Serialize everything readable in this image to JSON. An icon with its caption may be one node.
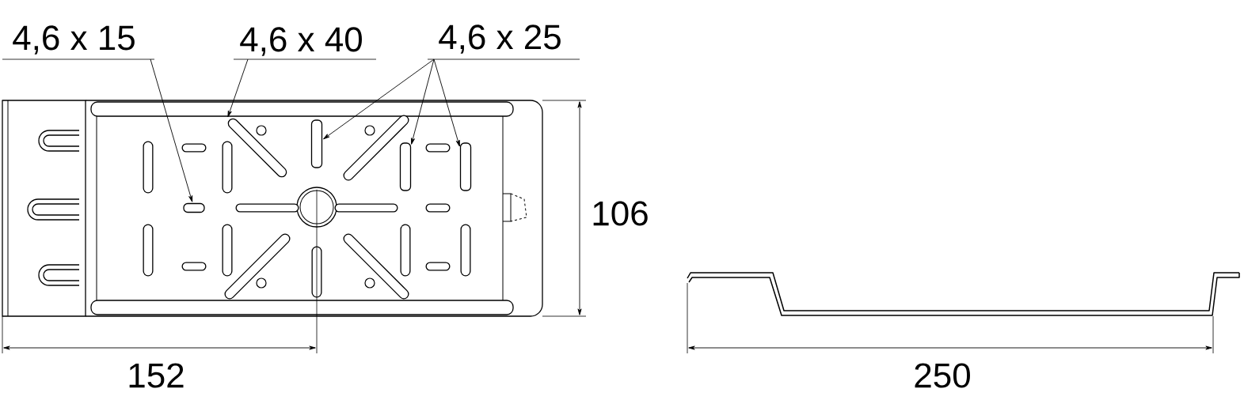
{
  "diagram": {
    "nodes": [
      {
        "text": [
          "4,6 x 15"
        ]
      },
      {
        "text": [
          "4,6 x 40"
        ]
      },
      {
        "text": [
          "4,6 x 25"
        ]
      },
      {
        "text": [],
        "shape": "bar"
      },
      {
        "text": [],
        "shape": "bar"
      },
      {
        "text": [],
        "shape": "bar"
      },
      {
        "text": [],
        "shape": "bar"
      },
      {
        "text": [],
        "shape": "bar"
      }
    ],
    "edges": [
      {
        "from": 0,
        "to": 3,
        "arrow": "to"
      },
      {
        "from": 1,
        "to": 4,
        "arrow": "to"
      },
      {
        "from": 2,
        "to": 5,
        "arrow": "to"
      },
      {
        "from": 2,
        "to": 6,
        "arrow": "to"
      },
      {
        "from": 2,
        "to": 7,
        "arrow": "to"
      }
    ],
    "labels": [
      "152",
      "106",
      "250"
    ]
  }
}
